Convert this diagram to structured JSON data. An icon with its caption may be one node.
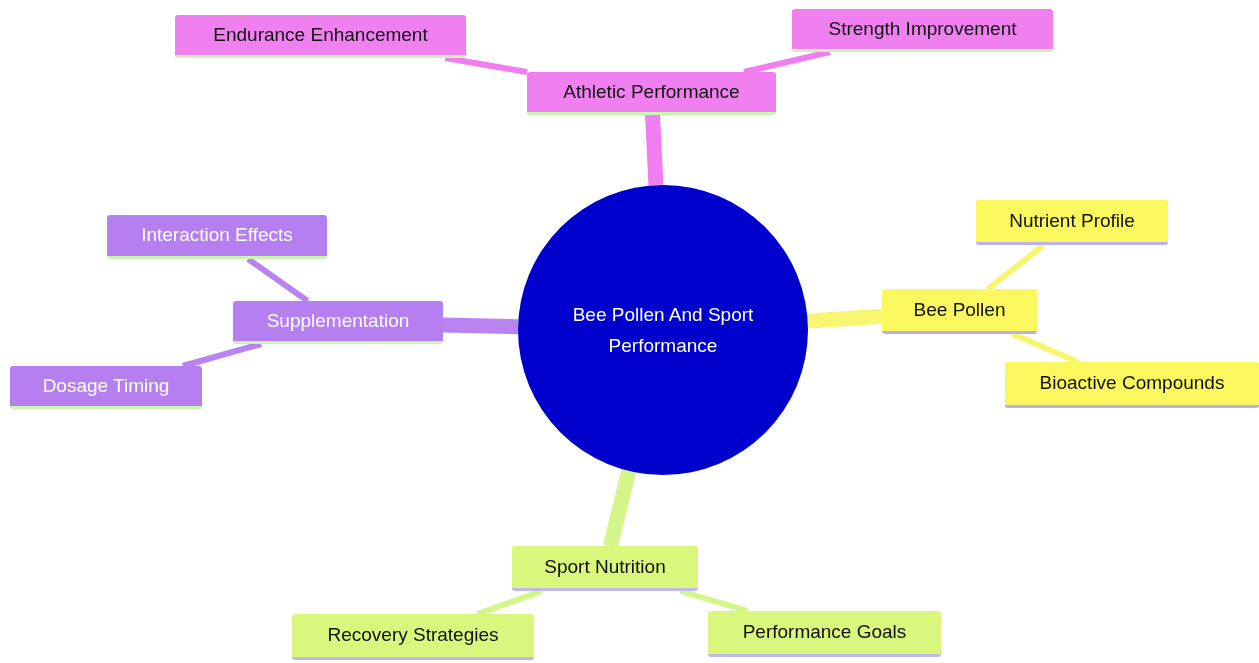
{
  "diagram": {
    "nodes": [
      {
        "text": [
          "Bee Pollen And Sport Performance"
        ]
      },
      {
        "text": [
          "Athletic Performance"
        ]
      },
      {
        "text": [
          "Endurance Enhancement"
        ]
      },
      {
        "text": [
          "Strength Improvement"
        ]
      },
      {
        "text": [
          "Bee Pollen"
        ]
      },
      {
        "text": [
          "Nutrient Profile"
        ]
      },
      {
        "text": [
          "Bioactive Compounds"
        ]
      },
      {
        "text": [
          "Sport Nutrition"
        ]
      },
      {
        "text": [
          "Recovery Strategies"
        ]
      },
      {
        "text": [
          "Performance Goals"
        ]
      },
      {
        "text": [
          "Supplementation"
        ]
      },
      {
        "text": [
          "Interaction Effects"
        ]
      },
      {
        "text": [
          "Dosage Timing"
        ]
      }
    ],
    "edges": [
      {
        "from": 0,
        "to": 1,
        "arrow": "none",
        "style": "thick",
        "color": "#f07ef0"
      },
      {
        "from": 1,
        "to": 2,
        "arrow": "none",
        "color": "#f07ef0"
      },
      {
        "from": 1,
        "to": 3,
        "arrow": "none",
        "color": "#f07ef0"
      },
      {
        "from": 0,
        "to": 4,
        "arrow": "none",
        "style": "thick",
        "color": "#f8f570"
      },
      {
        "from": 4,
        "to": 5,
        "arrow": "none",
        "color": "#f8f570"
      },
      {
        "from": 4,
        "to": 6,
        "arrow": "none",
        "color": "#f8f570"
      },
      {
        "from": 0,
        "to": 7,
        "arrow": "none",
        "style": "thick",
        "color": "#d4f58a"
      },
      {
        "from": 7,
        "to": 8,
        "arrow": "none",
        "color": "#d4f58a"
      },
      {
        "from": 7,
        "to": 9,
        "arrow": "none",
        "color": "#d4f58a"
      },
      {
        "from": 0,
        "to": 10,
        "arrow": "none",
        "style": "thick",
        "color": "#b983f0"
      },
      {
        "from": 10,
        "to": 11,
        "arrow": "none",
        "color": "#b983f0"
      },
      {
        "from": 10,
        "to": 12,
        "arrow": "none",
        "color": "#b983f0"
      }
    ]
  }
}
